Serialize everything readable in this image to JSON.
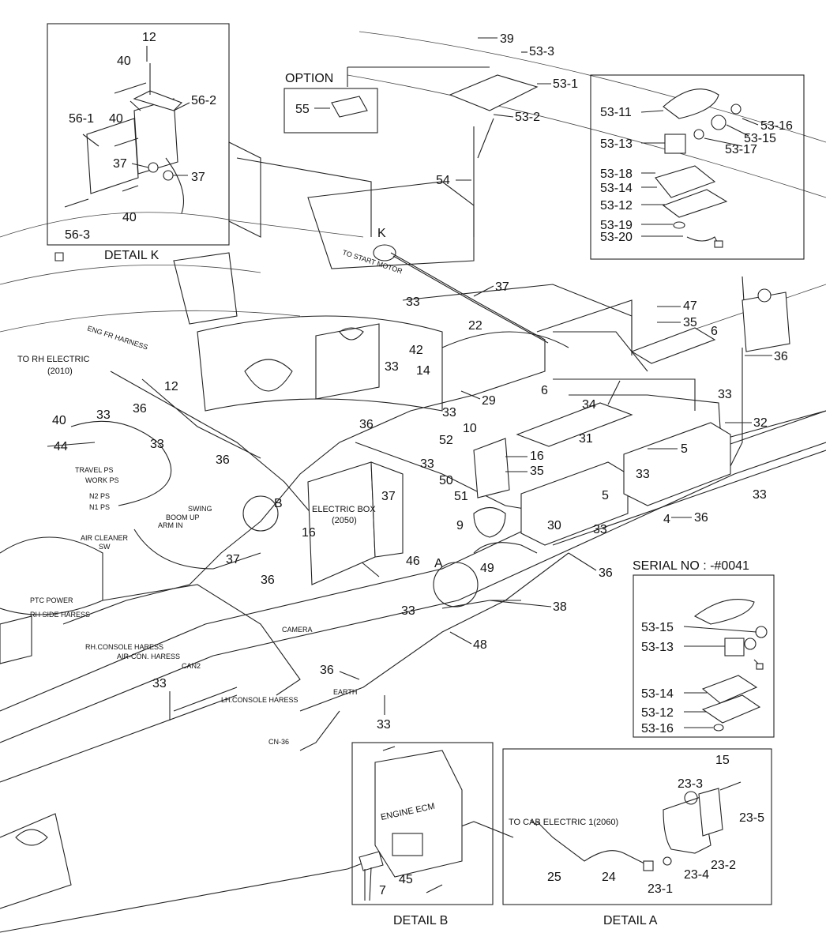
{
  "detail_k": {
    "title": "DETAIL K",
    "labels": [
      "12",
      "40",
      "40",
      "56-2",
      "56-1",
      "37",
      "37",
      "40",
      "56-3"
    ]
  },
  "detail_option": {
    "title": "OPTION",
    "labels": [
      "55"
    ]
  },
  "detail_53": {
    "labels": [
      "53-11",
      "53-16",
      "53-15",
      "53-17",
      "53-13",
      "53-18",
      "53-14",
      "53-12",
      "53-19",
      "53-20"
    ]
  },
  "serial_detail": {
    "title": "SERIAL NO : -#0041",
    "labels": [
      "53-15",
      "53-13",
      "53-14",
      "53-12",
      "53-16"
    ]
  },
  "detail_b": {
    "title": "DETAIL B",
    "ecm_text": "ENGINE ECM",
    "labels": [
      "7",
      "45"
    ]
  },
  "detail_a": {
    "title": "DETAIL A",
    "note": "TO CAB ELECTRIC 1(2060)",
    "labels": [
      "15",
      "23-3",
      "23-5",
      "25",
      "24",
      "23-4",
      "23-2",
      "23-1"
    ]
  },
  "main": {
    "notes": {
      "to_rh_electric": "TO RH ELECTRIC",
      "to_rh_electric_ref": "(2010)",
      "eng_fr_harness": "ENG FR HARNESS",
      "to_start_motor": "TO START MOTOR",
      "k_marker": "K",
      "a_marker": "A",
      "b_marker": "B",
      "electric_box": "ELECTRIC BOX",
      "electric_box_ref": "(2050)",
      "travel_ps": "TRAVEL PS",
      "work_ps": "WORK PS",
      "n2_ps": "N2 PS",
      "n1_ps": "N1 PS",
      "swing": "SWING",
      "boom_up": "BOOM UP",
      "arm_in": "ARM IN",
      "air_cleaner": "AIR CLEANER",
      "air_cleaner_sw": "SW",
      "ptc_power": "PTC POWER",
      "rh_side_harness": "RH SIDE HARESS",
      "rh_console_harness": "RH.CONSOLE HARESS",
      "air_con_harness": "AIR-CON. HARESS",
      "can2": "CAN2",
      "camera": "CAMERA",
      "lh_console_harness": "LH.CONSOLE HARESS",
      "earth": "EARTH",
      "cn36": "CN-36"
    },
    "labels": {
      "p39": "39",
      "p53_3": "53-3",
      "p53_1": "53-1",
      "p53_2": "53-2",
      "p54": "54",
      "p37a": "37",
      "p33a": "33",
      "p22": "22",
      "p42": "42",
      "p47": "47",
      "p35a": "35",
      "p6a": "6",
      "p36a": "36",
      "p33b": "33",
      "p14": "14",
      "p29": "29",
      "p6b": "6",
      "p34": "34",
      "p32": "32",
      "p12": "12",
      "p33c": "33",
      "p36b": "36",
      "p33d": "33",
      "p40": "40",
      "p44": "44",
      "p36c": "36",
      "p10": "10",
      "p31": "31",
      "p52": "52",
      "p5a": "5",
      "p33e": "33",
      "p16a": "16",
      "p35b": "35",
      "p33f": "33",
      "p36d": "36",
      "p33g": "33",
      "p50": "50",
      "p5b": "5",
      "p51": "51",
      "p37b": "37",
      "p9": "9",
      "p30": "30",
      "p33h": "33",
      "p4": "4",
      "p36e": "36",
      "p16b": "16",
      "p46": "46",
      "p37c": "37",
      "p36f": "36",
      "p49": "49",
      "p36g": "36",
      "p38": "38",
      "p33i": "33",
      "p48": "48",
      "p36h": "36",
      "p33j": "33",
      "p33k": "33",
      "p33l": "33"
    }
  }
}
